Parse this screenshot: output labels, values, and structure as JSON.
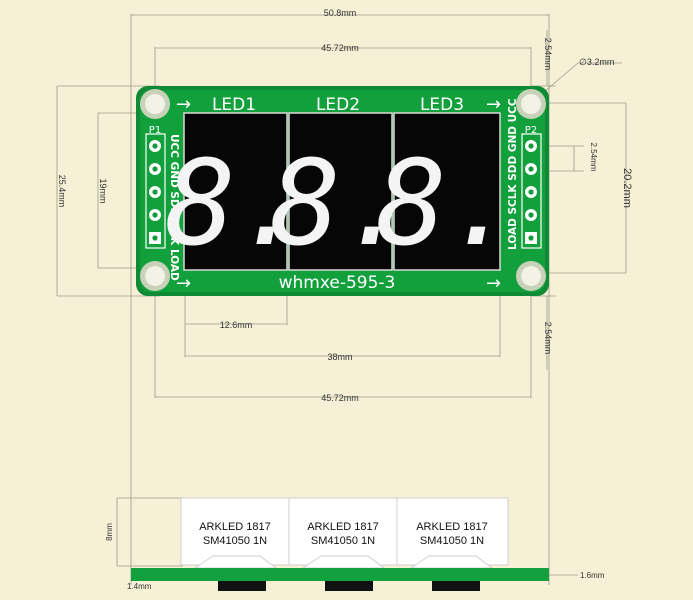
{
  "dimensions": {
    "top_width": "50.8mm",
    "top_hole_span": "45.72mm",
    "corner_offset_top": "2.54mm",
    "hole_diameter": "∅3.2mm",
    "left_height": "25.4mm",
    "left_inner": "19mm",
    "pin_pitch": "2.54mm",
    "right_height": "20.2mm",
    "digit_pitch": "12.6mm",
    "digit_span": "38mm",
    "bottom_hole_span": "45.72mm",
    "corner_offset_bottom": "2.54mm",
    "side_height": "8mm",
    "pcb_thickness": "1.6mm",
    "pcb_offset": "1.4mm"
  },
  "board": {
    "led_labels": [
      "LED1",
      "LED2",
      "LED3"
    ],
    "model": "whmxe-595-3",
    "p1_label": "P1",
    "p2_label": "P2",
    "p1_pins": "UCC GND SDI SCLK LOAD",
    "p2_pins": "LOAD SCLK SDD GND UCC",
    "arrow_glyph": "→",
    "pcb_color": "#129a3c",
    "digit_glyph": "8."
  },
  "side_view": {
    "chips": [
      {
        "line1": "ARKLED  1817",
        "line2": "SM41050 1N"
      },
      {
        "line1": "ARKLED  1817",
        "line2": "SM41050 1N"
      },
      {
        "line1": "ARKLED  1817",
        "line2": "SM41050 1N"
      }
    ]
  }
}
